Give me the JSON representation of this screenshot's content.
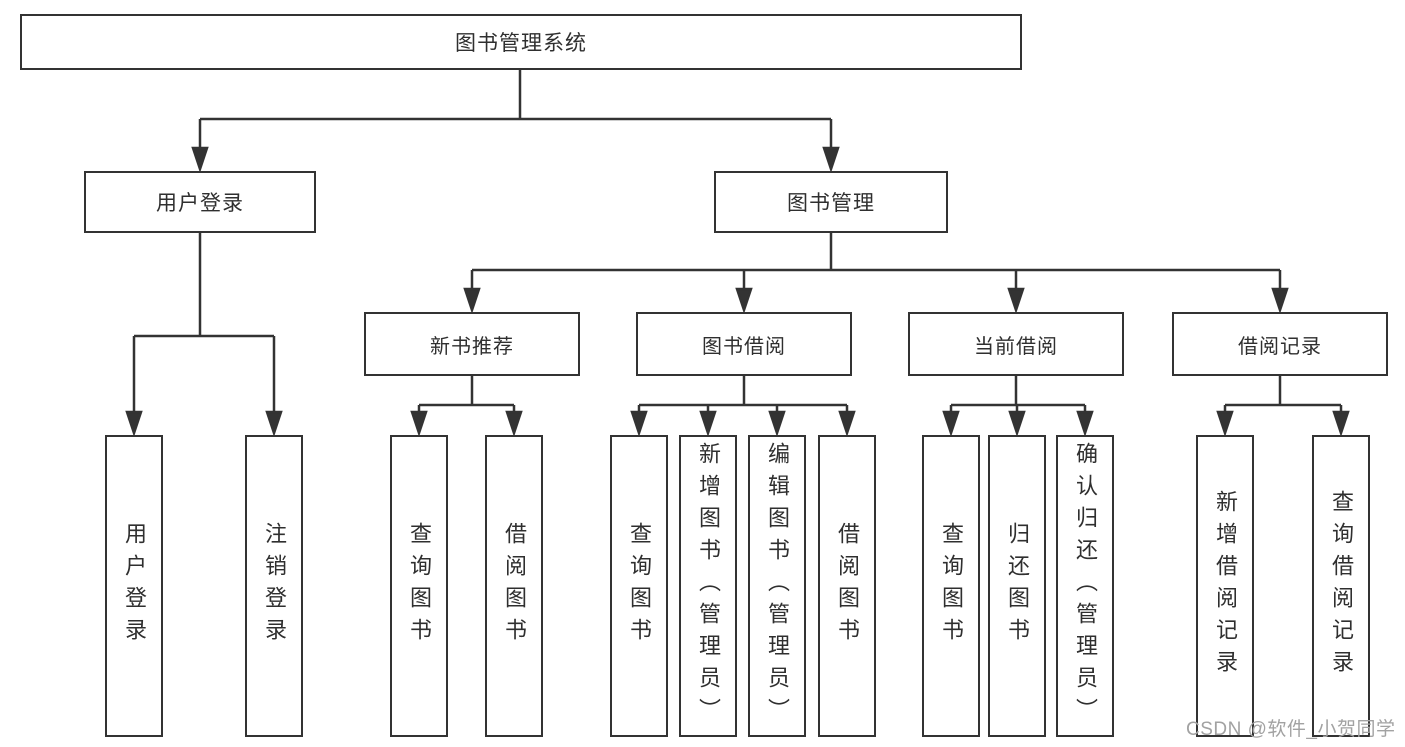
{
  "diagram_title": "图书管理系统",
  "tree": {
    "label": "图书管理系统",
    "children": [
      {
        "label": "用户登录",
        "children": [
          {
            "label": "用户登录"
          },
          {
            "label": "注销登录"
          }
        ]
      },
      {
        "label": "图书管理",
        "children": [
          {
            "label": "新书推荐",
            "children": [
              {
                "label": "查询图书"
              },
              {
                "label": "借阅图书"
              }
            ]
          },
          {
            "label": "图书借阅",
            "children": [
              {
                "label": "查询图书"
              },
              {
                "label": "新增图书（管理员）"
              },
              {
                "label": "编辑图书（管理员）"
              },
              {
                "label": "借阅图书"
              }
            ]
          },
          {
            "label": "当前借阅",
            "children": [
              {
                "label": "查询图书"
              },
              {
                "label": "归还图书"
              },
              {
                "label": "确认归还（管理员）"
              }
            ]
          },
          {
            "label": "借阅记录",
            "children": [
              {
                "label": "新增借阅记录"
              },
              {
                "label": "查询借阅记录"
              }
            ]
          }
        ]
      }
    ]
  },
  "watermark": {
    "text": "CSDN @软件_小贺同学"
  },
  "colors": {
    "line": "#333333",
    "border": "#333333",
    "text": "#2f2f2f",
    "watermark": "#a2a2a2",
    "background": "#ffffff"
  }
}
